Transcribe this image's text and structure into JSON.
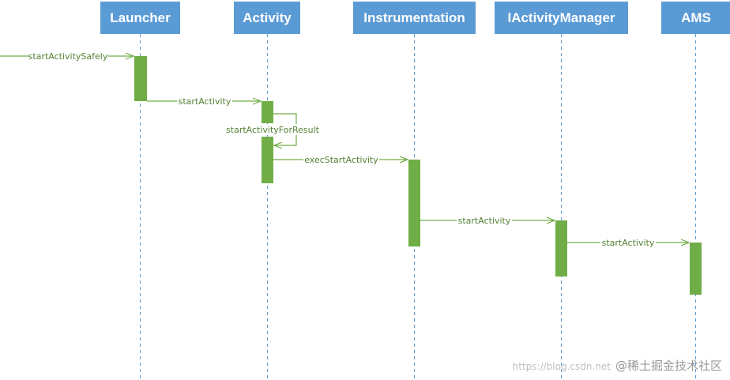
{
  "participants": [
    {
      "id": "launcher",
      "label": "Launcher"
    },
    {
      "id": "activity",
      "label": "Activity"
    },
    {
      "id": "instrumentation",
      "label": "Instrumentation"
    },
    {
      "id": "iam",
      "label": "IActivityManager"
    },
    {
      "id": "ams",
      "label": "AMS"
    }
  ],
  "messages": [
    {
      "id": "m1",
      "label": "startActivitySafely",
      "from": null,
      "to": "launcher"
    },
    {
      "id": "m2",
      "label": "startActivity",
      "from": "launcher",
      "to": "activity"
    },
    {
      "id": "m3",
      "label": "startActivityForResult",
      "from": "activity",
      "to": "activity"
    },
    {
      "id": "m4",
      "label": "execStartActivity",
      "from": "activity",
      "to": "instrumentation"
    },
    {
      "id": "m5",
      "label": "startActivity",
      "from": "instrumentation",
      "to": "iam"
    },
    {
      "id": "m6",
      "label": "startActivity",
      "from": "iam",
      "to": "ams"
    }
  ],
  "colors": {
    "participant_box": "#5b9bd5",
    "lifeline": "#5b9bd5",
    "activation": "#70ad47",
    "message": "#70ad47",
    "message_text": "#548235"
  },
  "watermark": {
    "url": "https://blog.csdn.net",
    "brand": "@稀土掘金技术社区"
  }
}
